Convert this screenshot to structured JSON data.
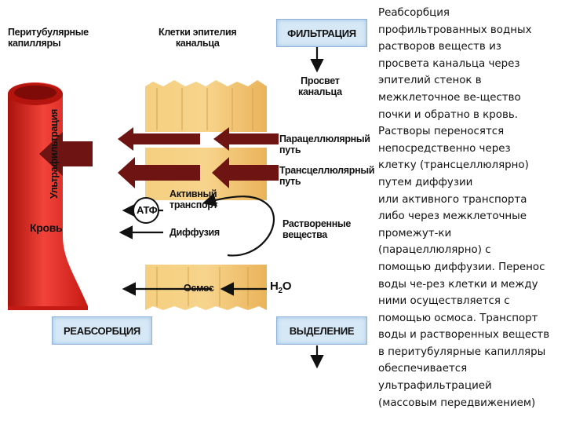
{
  "labels": {
    "capillaries": [
      "Перитубулярные",
      "капилляры"
    ],
    "epithelium": [
      "Клетки эпителия",
      "канальца"
    ],
    "lumen": [
      "Просвет",
      "канальца"
    ],
    "ultrafiltration": "Ультрафильтрация",
    "blood": "Кровь",
    "paracellular": [
      "Парацеллюлярный",
      "путь"
    ],
    "transcellular": [
      "Трансцеллюлярный",
      "путь"
    ],
    "atp": "АТФ",
    "active_transport": [
      "Активный",
      "транспорт"
    ],
    "diffusion": "Диффузия",
    "solutes": [
      "Растворенные",
      "вещества"
    ],
    "osmosis": "Осмос",
    "water_h": "H",
    "water_sub": "2",
    "water_o": "O"
  },
  "boxes": {
    "filtration": "ФИЛЬТРАЦИЯ",
    "reabsorption": "РЕАБСОРБЦИЯ",
    "excretion": "ВЫДЕЛЕНИЕ"
  },
  "side_text_lines": [
    "Реабсорбция",
    "профильтрованных водных",
    "растворов веществ из",
    "просвета канальца через",
    "эпителий стенок в",
    "межклеточное ве-щество",
    "почки и обратно в кровь.",
    "Растворы переносятся",
    "непосредственно через",
    "клетку (трансцеллюлярно)",
    "путем диффузии",
    "или активного транспорта",
    "либо через межклеточные",
    "промежут-ки",
    "(парацеллюлярно) с",
    "помощью диффузии. Перенос",
    "воды че-рез клетки и между",
    "ними осуществляется с",
    "помощью осмоса. Транспорт",
    "воды и растворенных веществ",
    "в перитубулярные капилляры",
    "обеспечивается",
    "ультрафильтрацией",
    "(массовым передвижением)"
  ],
  "colors": {
    "capillary_red": "#e0251c",
    "cell_orange": "#f3c66e",
    "arrow_dark_red": "#6e1412",
    "box_blue": "#d6e8f6"
  }
}
